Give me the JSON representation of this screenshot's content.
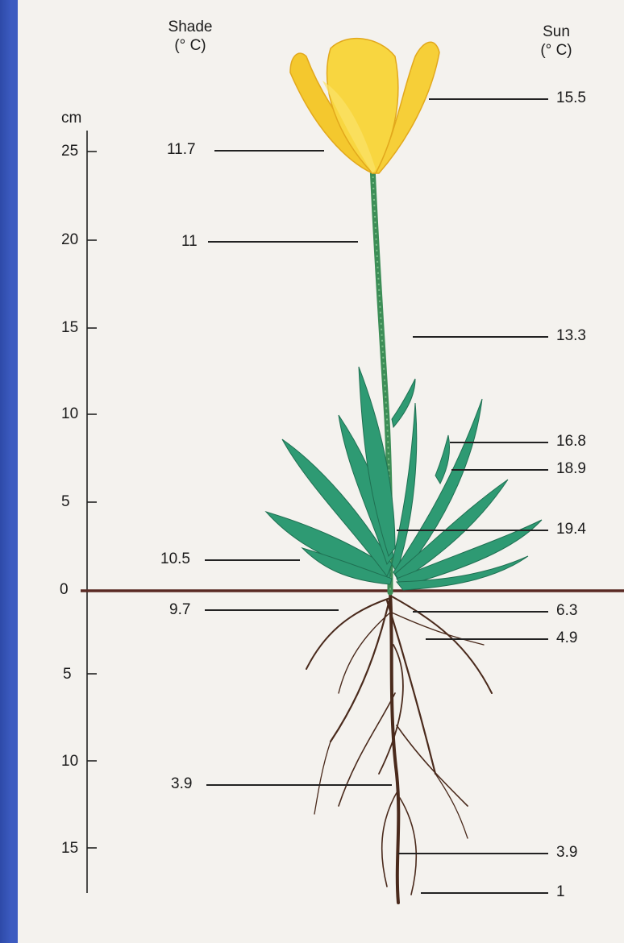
{
  "headers": {
    "shade_label": "Shade",
    "shade_unit": "(° C)",
    "sun_label": "Sun",
    "sun_unit": "(° C)"
  },
  "scale": {
    "unit": "cm",
    "above_ticks": [
      "25",
      "20",
      "15",
      "10",
      "5",
      "0"
    ],
    "below_ticks": [
      "5",
      "10",
      "15"
    ]
  },
  "shade_readings": [
    "11.7",
    "11",
    "10.5",
    "9.7",
    "3.9"
  ],
  "sun_readings": [
    "15.5",
    "13.3",
    "16.8",
    "18.9",
    "19.4",
    "6.3",
    "4.9",
    "3.9",
    "1"
  ],
  "colors": {
    "frame": "#3c5bc0",
    "page": "#f4f2ee",
    "flower_yellow": "#f7d33a",
    "leaf_green": "#2e9a73",
    "stem_green": "#3d8e57",
    "root_brown": "#4a2a1c",
    "ground_line": "#5a2a24"
  }
}
